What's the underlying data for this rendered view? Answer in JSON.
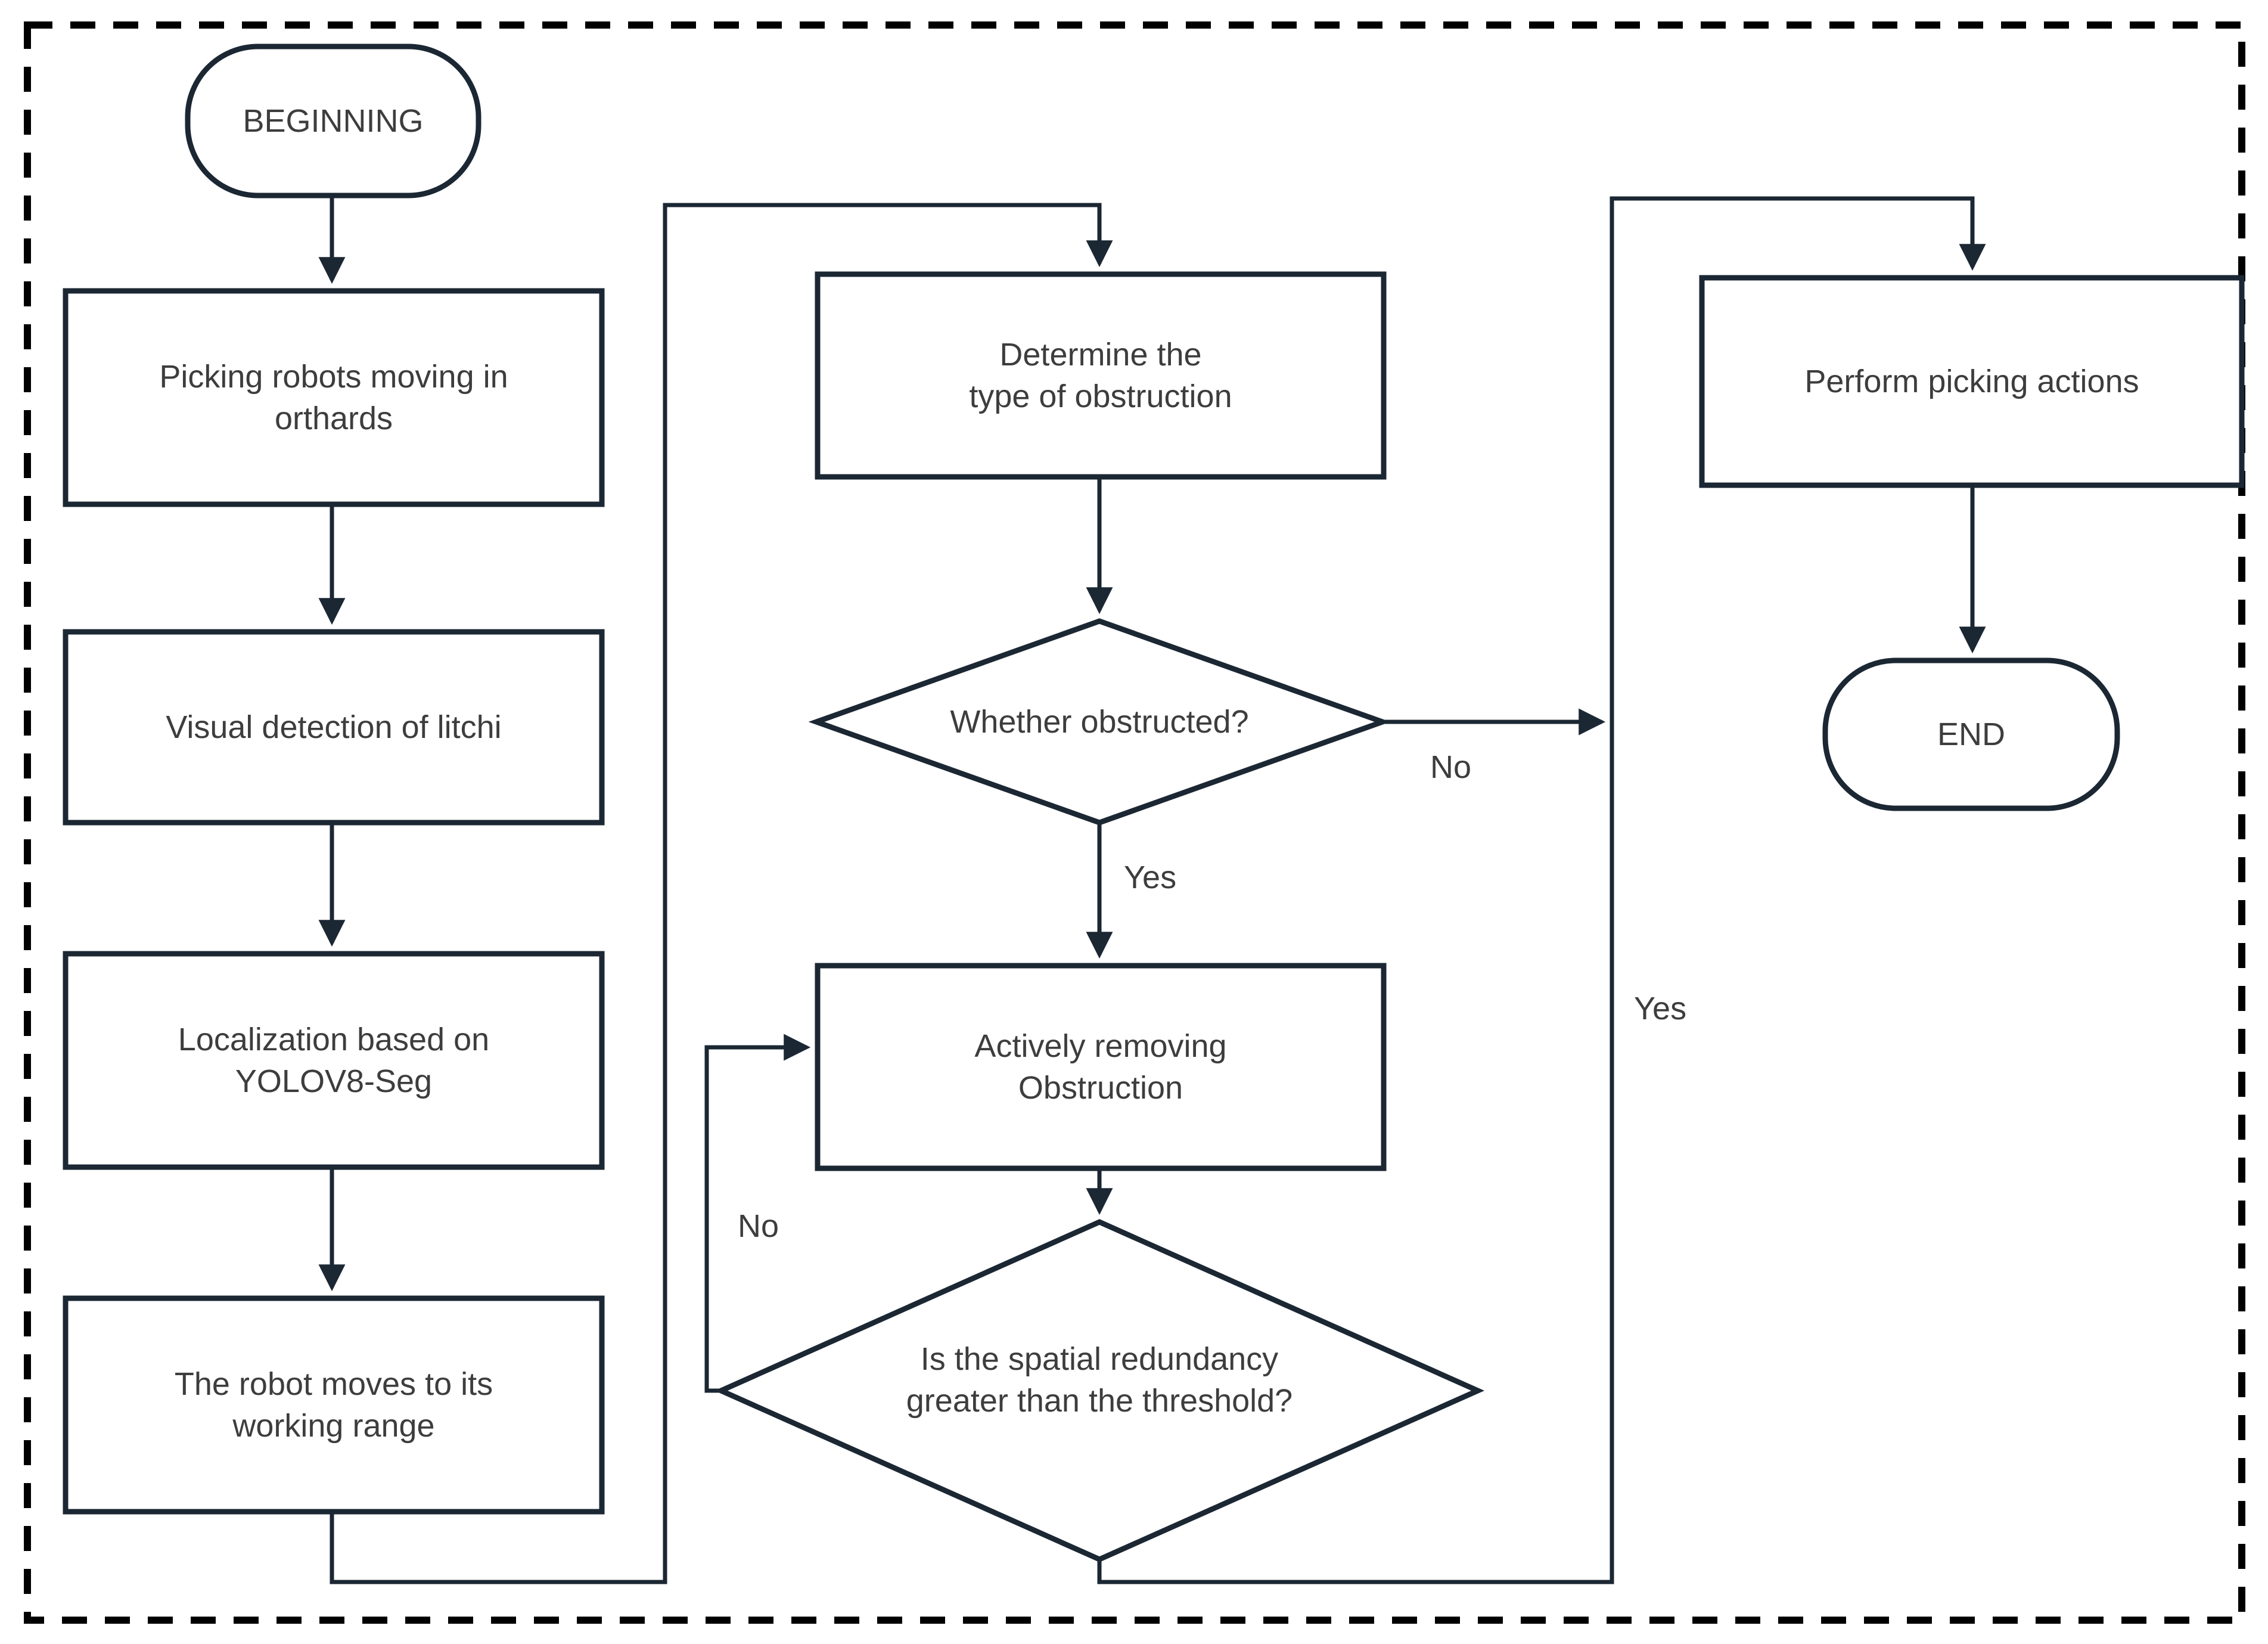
{
  "diagram": {
    "title": "Litchi picking robot obstruction-removal flowchart",
    "colors": {
      "stroke": "#1b2733",
      "text": "#3d3d3d",
      "background": "#ffffff",
      "border_dash": "#000000"
    },
    "nodes": [
      {
        "id": "beginning",
        "shape": "terminator",
        "label": "BEGINNING"
      },
      {
        "id": "picking-robots",
        "shape": "process",
        "label": "Picking robots moving in\northards"
      },
      {
        "id": "visual-detection",
        "shape": "process",
        "label": "Visual detection of litchi"
      },
      {
        "id": "localization",
        "shape": "process",
        "label": "Localization based on\nYOLOV8-Seg"
      },
      {
        "id": "robot-moves",
        "shape": "process",
        "label": "The robot moves to its\nworking range"
      },
      {
        "id": "determine-type",
        "shape": "process",
        "label": "Determine the\ntype of obstruction"
      },
      {
        "id": "whether-obstructed",
        "shape": "decision",
        "label": "Whether obstructed?"
      },
      {
        "id": "actively-removing",
        "shape": "process",
        "label": "Actively removing\nObstruction"
      },
      {
        "id": "spatial-redundancy",
        "shape": "decision",
        "label": "Is the spatial redundancy\ngreater than the threshold?"
      },
      {
        "id": "perform-picking",
        "shape": "process",
        "label": "Perform picking actions"
      },
      {
        "id": "end",
        "shape": "terminator",
        "label": "END"
      }
    ],
    "edge_labels": [
      {
        "id": "obstructed-no",
        "label": "No",
        "from": "whether-obstructed",
        "to": "perform-picking"
      },
      {
        "id": "obstructed-yes",
        "label": "Yes",
        "from": "whether-obstructed",
        "to": "actively-removing"
      },
      {
        "id": "redundancy-no",
        "label": "No",
        "from": "spatial-redundancy",
        "to": "actively-removing"
      },
      {
        "id": "redundancy-yes",
        "label": "Yes",
        "from": "spatial-redundancy",
        "to": "perform-picking"
      }
    ]
  }
}
